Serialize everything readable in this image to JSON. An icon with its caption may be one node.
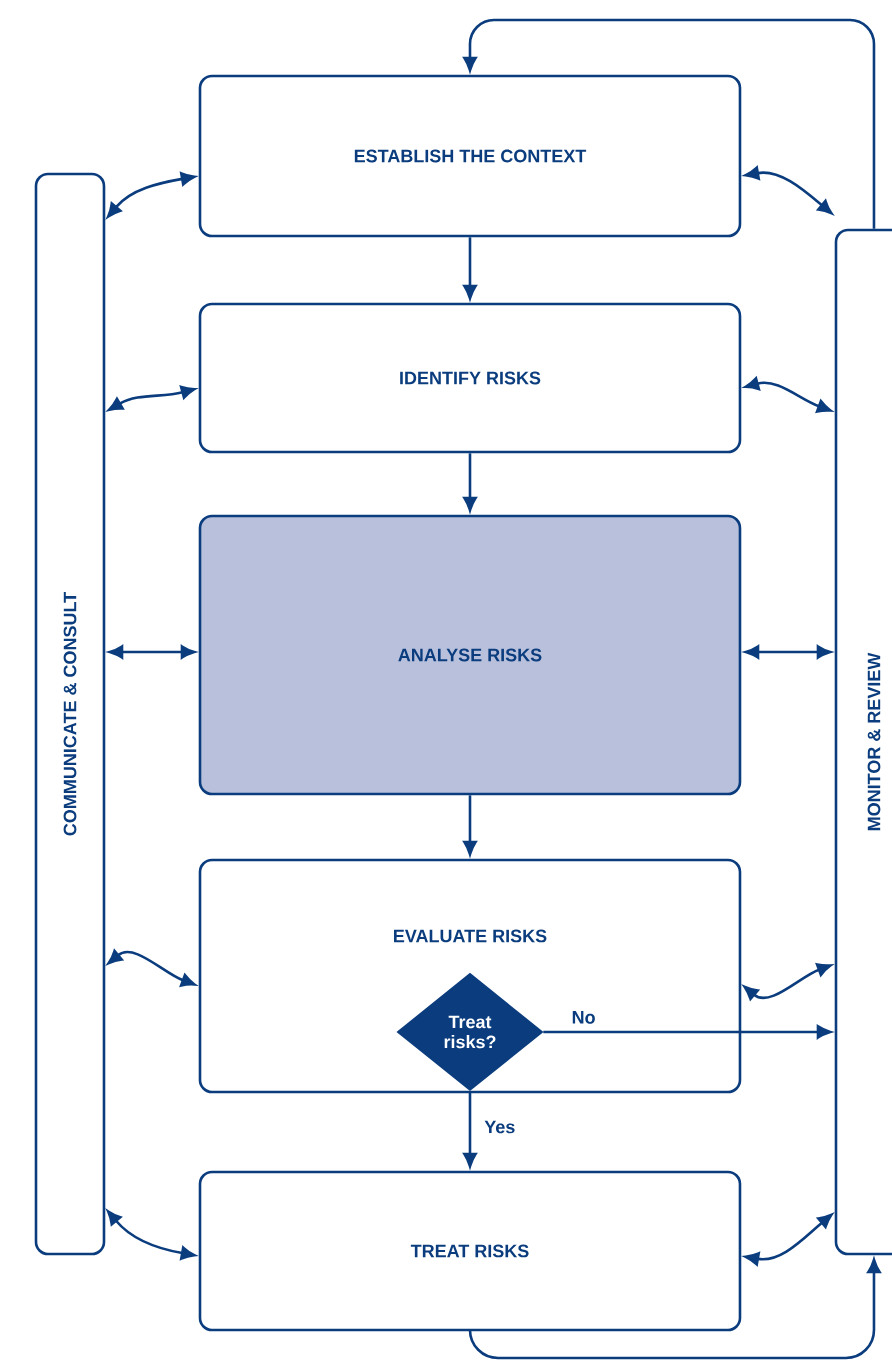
{
  "diagram": {
    "nodes": [
      {
        "text": [
          "ESTABLISH THE CONTEXT"
        ]
      },
      {
        "text": [
          "IDENTIFY RISKS"
        ]
      },
      {
        "text": [
          "ANALYSE RISKS"
        ]
      },
      {
        "text": [
          "EVALUATE RISKS"
        ]
      },
      {
        "text": [
          "Treat risks?"
        ],
        "in": 3
      },
      {
        "text": [
          "TREAT RISKS"
        ]
      },
      {
        "text": [
          "COMMUNICATE & CONSULT"
        ]
      },
      {
        "text": [
          "MONITOR & REVIEW"
        ]
      }
    ],
    "edges": [
      {
        "from": 0,
        "to": 1,
        "arrow": "to"
      },
      {
        "from": 1,
        "to": 2,
        "arrow": "to"
      },
      {
        "from": 2,
        "to": 3,
        "arrow": "to"
      },
      {
        "from": 4,
        "to": 5,
        "arrow": "to",
        "label": "Yes"
      },
      {
        "from": 4,
        "to": 7,
        "arrow": "to",
        "label": "No"
      },
      {
        "from": 6,
        "to": 0,
        "arrow": "both"
      },
      {
        "from": 6,
        "to": 1,
        "arrow": "both"
      },
      {
        "from": 6,
        "to": 2,
        "arrow": "both"
      },
      {
        "from": 6,
        "to": 3,
        "arrow": "both"
      },
      {
        "from": 6,
        "to": 5,
        "arrow": "both"
      },
      {
        "from": 0,
        "to": 7,
        "arrow": "both"
      },
      {
        "from": 1,
        "to": 7,
        "arrow": "both"
      },
      {
        "from": 2,
        "to": 7,
        "arrow": "both"
      },
      {
        "from": 3,
        "to": 7,
        "arrow": "both"
      },
      {
        "from": 5,
        "to": 7,
        "arrow": "both"
      },
      {
        "from": 7,
        "to": 0,
        "arrow": "to"
      },
      {
        "from": 5,
        "to": 7,
        "arrow": "to"
      }
    ]
  }
}
